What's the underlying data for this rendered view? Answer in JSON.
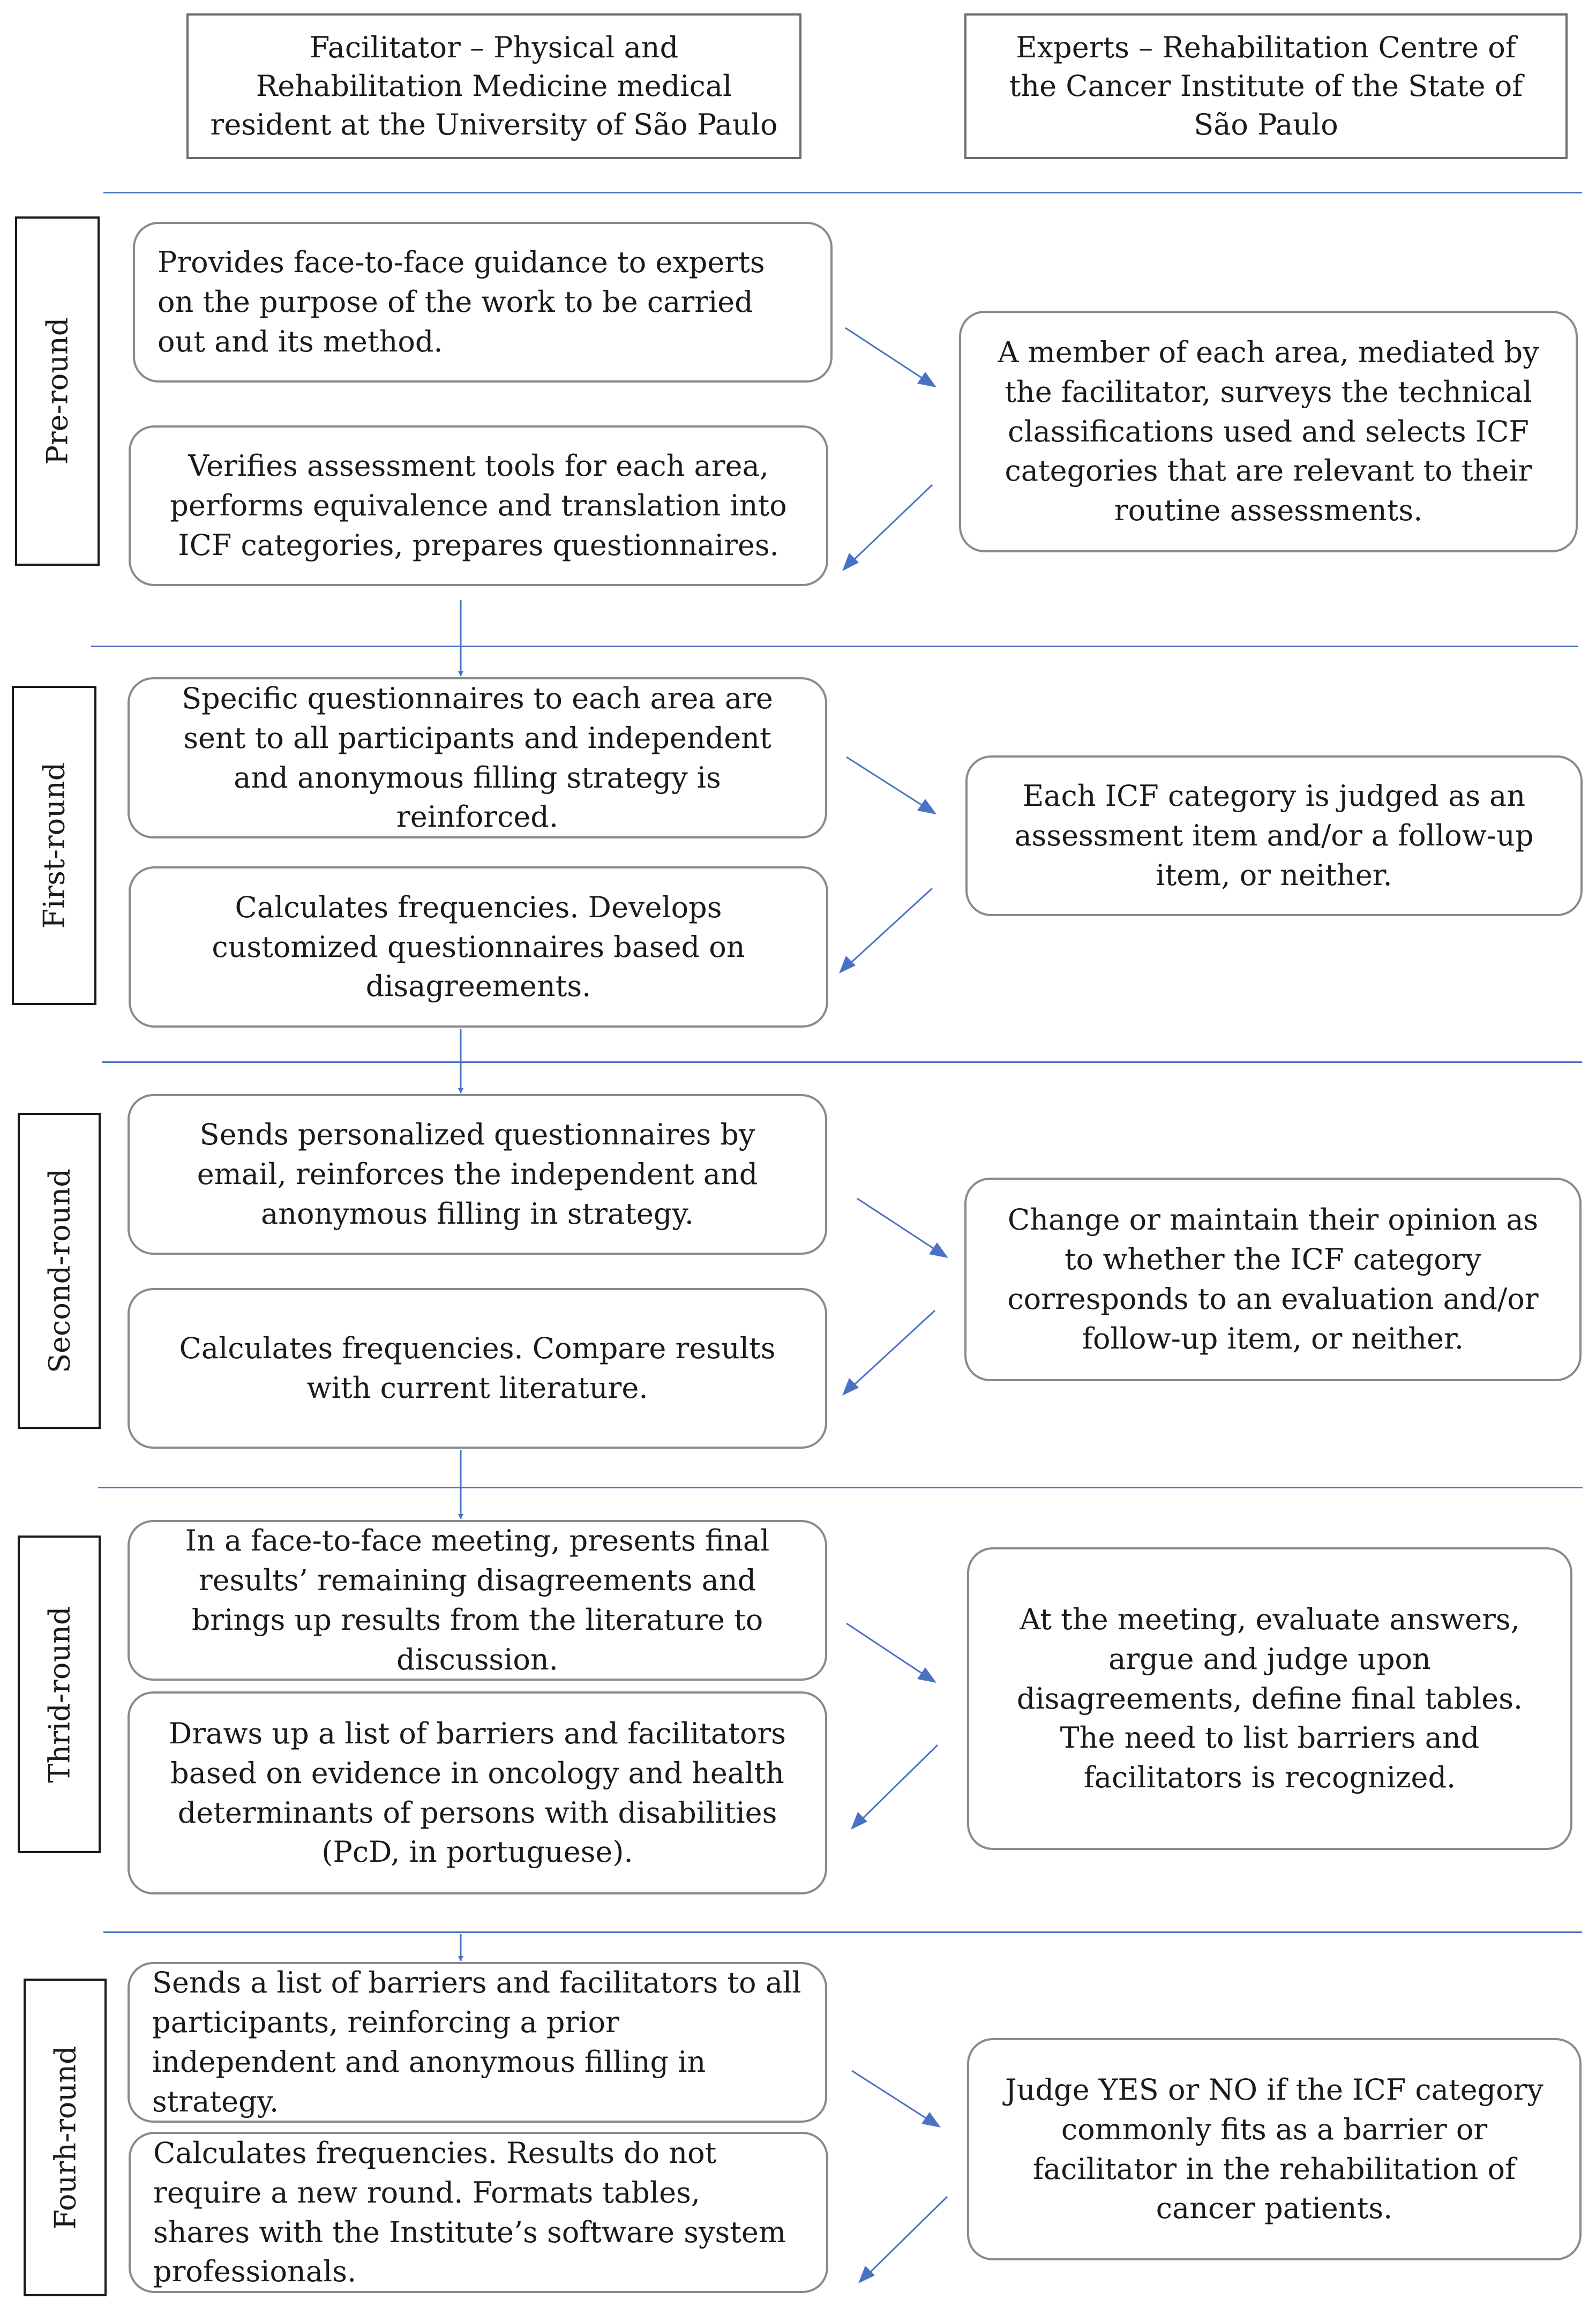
{
  "headers": {
    "facilitator": "Facilitator – Physical and Rehabilitation Medicine medical resident at the University of São Paulo",
    "experts": "Experts – Rehabilitation Centre of the Cancer Institute of the State of São Paulo"
  },
  "rounds": [
    {
      "label": "Pre-round",
      "facilitator_steps": [
        "Provides face-to-face guidance to experts on the purpose of the work to be carried out and its method.",
        "Verifies assessment tools for each area, performs equivalence and translation into ICF categories, prepares questionnaires."
      ],
      "experts_step": "A member of each area, mediated by the facilitator, surveys the technical classifications used and selects ICF categories that are relevant to their routine assessments."
    },
    {
      "label": "First-round",
      "facilitator_steps": [
        "Specific questionnaires to each area are sent to all participants and independent and anonymous filling strategy is reinforced.",
        "Calculates frequencies. Develops customized questionnaires based on disagreements."
      ],
      "experts_step": "Each ICF category is judged as an assessment item and/or a follow-up item, or neither."
    },
    {
      "label": "Second-round",
      "facilitator_steps": [
        "Sends personalized questionnaires by email, reinforces the independent and anonymous filling in strategy.",
        "Calculates frequencies. Compare results with current literature."
      ],
      "experts_step": "Change or maintain their opinion as to whether the ICF category corresponds to an evaluation and/or follow-up item, or neither."
    },
    {
      "label": "Thrid-round",
      "facilitator_steps": [
        "In a face-to-face meeting, presents final results’ remaining disagreements and brings up results from the literature to discussion.",
        "Draws up a list of barriers and facilitators based on evidence in oncology and health determinants of persons with disabilities (PcD, in portuguese)."
      ],
      "experts_step": "At the meeting, evaluate answers, argue and judge upon disagreements, define final tables. The need to list barriers and facilitators is recognized."
    },
    {
      "label": "Fourh-round",
      "facilitator_steps": [
        "Sends a list of barriers and facilitators to all participants, reinforcing a prior independent and anonymous filling in strategy.",
        "Calculates frequencies. Results do not require a new round. Formats tables, shares with the Institute’s software system professionals."
      ],
      "experts_step": "Judge YES or NO if the ICF category commonly fits as a barrier or facilitator in the rehabilitation of cancer patients."
    }
  ],
  "colors": {
    "arrow": "#4a72c4",
    "separator": "#4a72c4",
    "box_border": "#8a8a8a",
    "header_border": "#6e6e6e"
  }
}
